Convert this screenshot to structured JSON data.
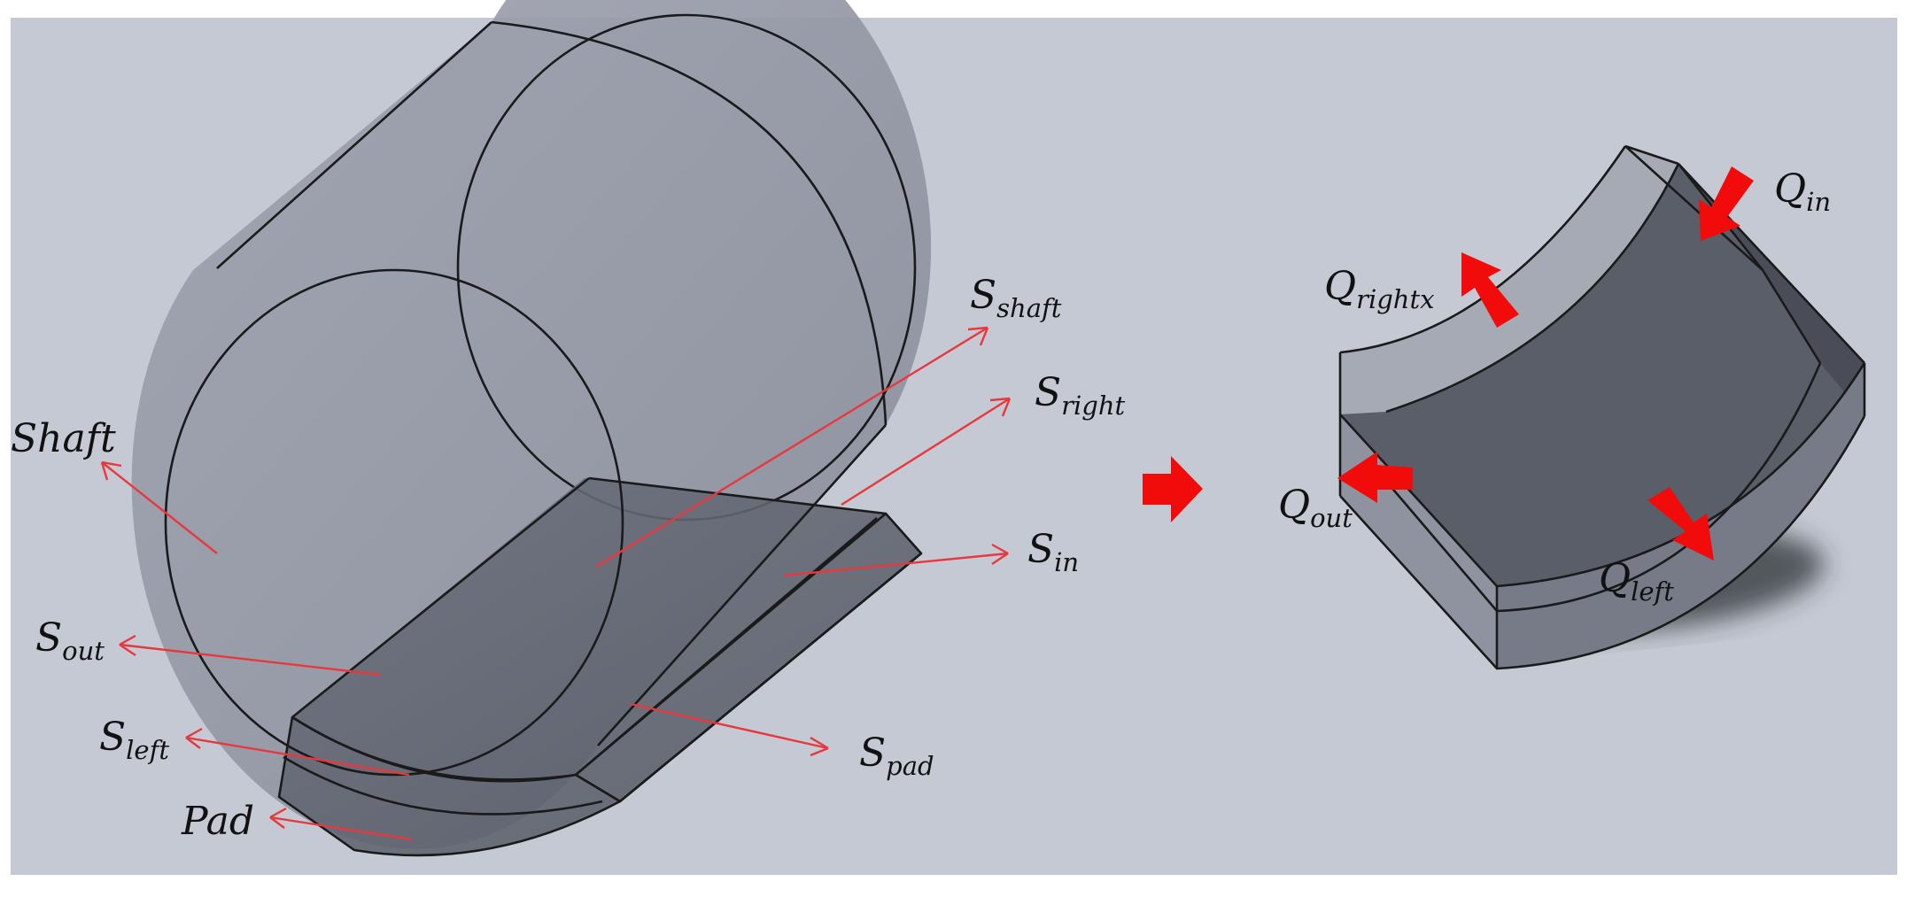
{
  "colors": {
    "background": "#c4c9d3",
    "leader": "#e8383d",
    "flow_arrow": "#f20b0b"
  },
  "labels": {
    "shaft": "Shaft",
    "s_shaft": {
      "base": "S",
      "sub": "shaft"
    },
    "s_right": {
      "base": "S",
      "sub": "right"
    },
    "s_in": {
      "base": "S",
      "sub": "in"
    },
    "s_out": {
      "base": "S",
      "sub": "out"
    },
    "s_left": {
      "base": "S",
      "sub": "left"
    },
    "s_pad": {
      "base": "S",
      "sub": "pad"
    },
    "pad": "Pad",
    "q_in": {
      "base": "Q",
      "sub": "in"
    },
    "q_rightx": {
      "base": "Q",
      "sub": "rightx"
    },
    "q_out": {
      "base": "Q",
      "sub": "out"
    },
    "q_left": {
      "base": "Q",
      "sub": "left"
    }
  },
  "icons": {
    "transition": "right-arrow-icon",
    "flux": "block-arrow-icon"
  }
}
